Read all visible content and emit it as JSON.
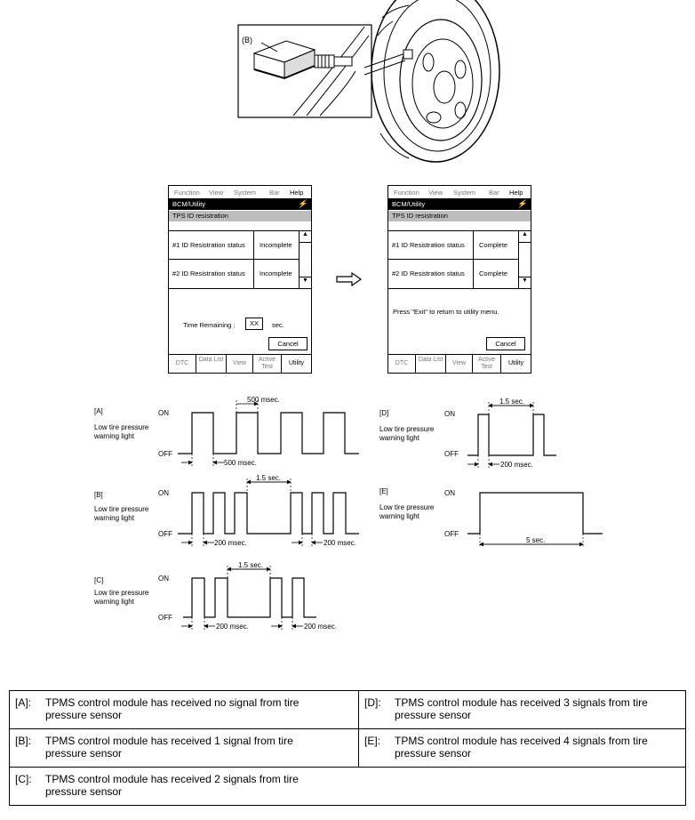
{
  "figure": {
    "sst_label": "(B)"
  },
  "screen_left": {
    "menu": [
      "Function",
      "View",
      "System",
      "Bar",
      "Help"
    ],
    "path": "BCM/Utility",
    "title": "TPS ID resistration",
    "rows": [
      {
        "name": "#1 ID Resistration status",
        "value": "Incomplete"
      },
      {
        "name": "#2 ID Resistration status",
        "value": "Incomplete"
      }
    ],
    "time_label": "Time Remaining :",
    "time_value": "XX",
    "time_unit": "sec.",
    "cancel": "Cancel",
    "tabs": [
      "DTC",
      "Data List",
      "View",
      "Active Test",
      "Utility"
    ]
  },
  "screen_right": {
    "menu": [
      "Function",
      "View",
      "System",
      "Bar",
      "Help"
    ],
    "path": "BCM/Utility",
    "title": "TPS ID resistration",
    "rows": [
      {
        "name": "#1 ID Resistration status",
        "value": "Complete"
      },
      {
        "name": "#2 ID Resistration status",
        "value": "Complete"
      }
    ],
    "message": "Press \"Exit\" to return to utility menu.",
    "cancel": "Cancel",
    "tabs": [
      "DTC",
      "Data List",
      "View",
      "Active Test",
      "Utility"
    ]
  },
  "waveforms": {
    "light_label_1": "Low tire pressure",
    "light_label_2": "warning light",
    "on": "ON",
    "off": "OFF",
    "A": {
      "key": "[A]",
      "t1": "500 msec.",
      "t2": "500 msec."
    },
    "B": {
      "key": "[B]",
      "t1": "1.5 sec.",
      "t2": "200 msec.",
      "t3": "200 msec."
    },
    "C": {
      "key": "[C]",
      "t1": "1.5 sec.",
      "t2": "200 msec.",
      "t3": "200 msec."
    },
    "D": {
      "key": "[D]",
      "t1": "1.5 sec.",
      "t2": "200 msec."
    },
    "E": {
      "key": "[E]",
      "t1": "5 sec."
    }
  },
  "legend": [
    {
      "key": "[A]:",
      "text": "TPMS control module has received no signal from tire pressure sensor"
    },
    {
      "key": "[D]:",
      "text": "TPMS control module has received 3 signals from tire pressure sensor"
    },
    {
      "key": "[B]:",
      "text": "TPMS control module has received 1 signal from tire pressure sensor"
    },
    {
      "key": "[E]:",
      "text": "TPMS control module has received 4 signals from tire pressure sensor"
    },
    {
      "key": "[C]:",
      "text": "TPMS control module has received 2 signals from tire pressure sensor"
    }
  ]
}
